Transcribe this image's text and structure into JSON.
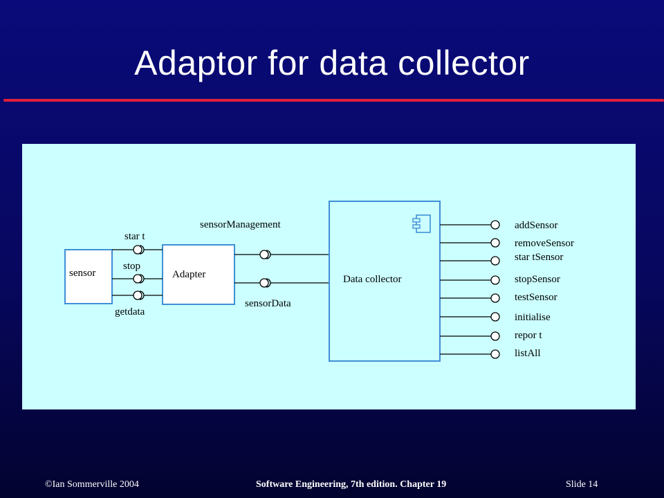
{
  "slide": {
    "title": "Adaptor for data collector",
    "footer_left": "©Ian Sommerville 2004",
    "footer_center": "Software Engineering, 7th edition. Chapter 19",
    "footer_right": "Slide  14"
  },
  "diagram": {
    "components": {
      "sensor": "sensor",
      "adapter": "Adapter",
      "data_collector": "Data collector"
    },
    "sensor_interfaces": [
      "star t",
      "stop",
      "getdata"
    ],
    "adapter_interfaces": [
      "sensorManagement",
      "sensorData"
    ],
    "collector_interfaces": [
      "addSensor",
      "removeSensor",
      "star tSensor",
      "stopSensor",
      "testSensor",
      "initialise",
      "repor t",
      "listAll"
    ],
    "colors": {
      "background": "#ccffff",
      "component_border": "#3d8fd6",
      "title_rule": "#e0203a",
      "slide_background": "#0a0a7a"
    }
  }
}
